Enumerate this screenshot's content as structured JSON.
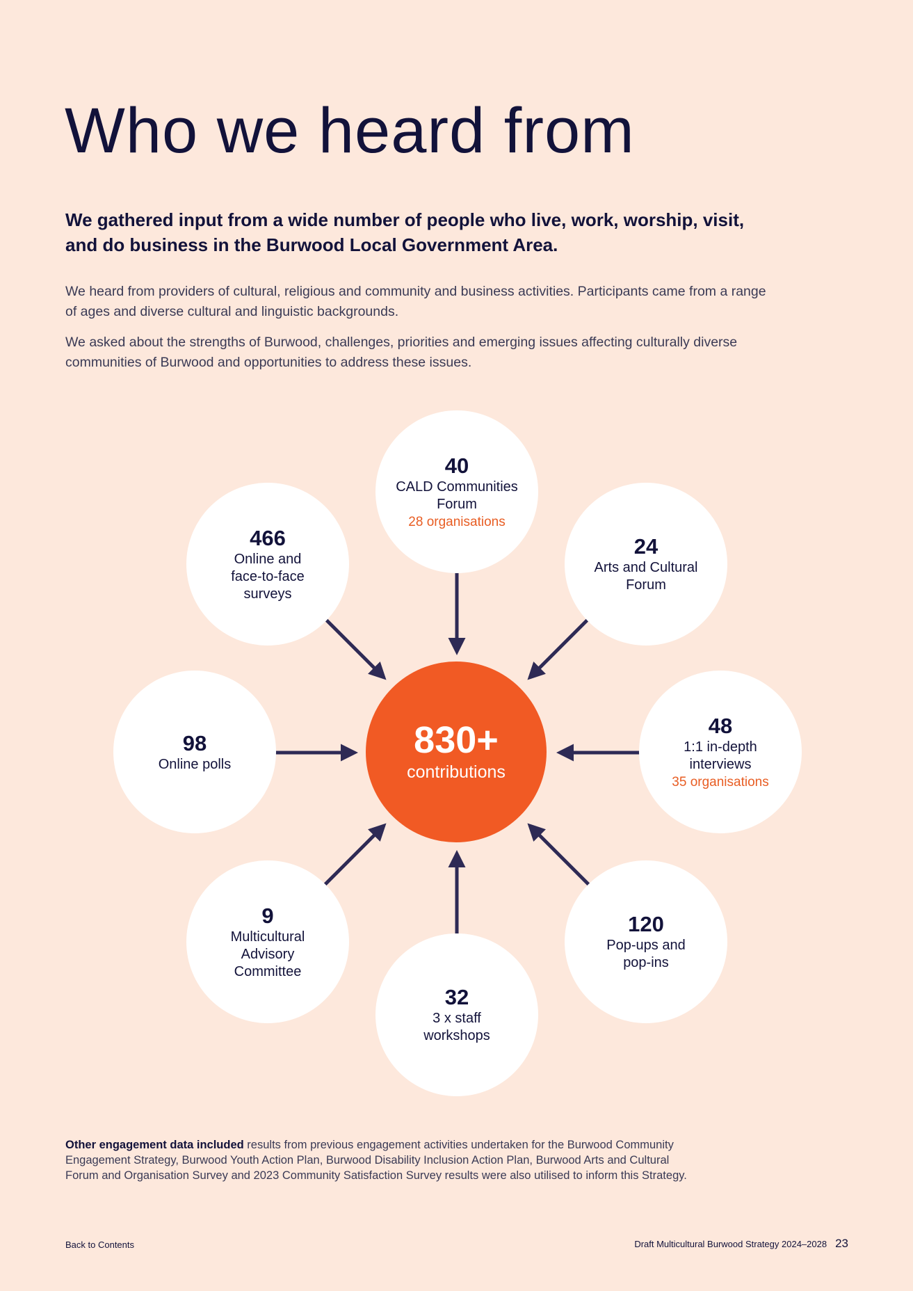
{
  "title": "Who we heard from",
  "lead": "We gathered input from a wide number of people who live, work, worship, visit, and do business in the Burwood Local Government Area.",
  "paragraphs": [
    "We heard from providers of cultural, religious and community and business activities. Participants came from a range of ages and diverse cultural and linguistic backgrounds.",
    "We asked about the strengths of Burwood, challenges, priorities and emerging issues affecting culturally diverse communities of Burwood and opportunities to address these issues."
  ],
  "hub": {
    "value": "830+",
    "label": "contributions"
  },
  "nodes": [
    {
      "value": "40",
      "label": "CALD Communities Forum",
      "org": "28 organisations"
    },
    {
      "value": "24",
      "label": "Arts and Cultural Forum"
    },
    {
      "value": "48",
      "label": "1:1 in-depth interviews",
      "org": "35 organisations"
    },
    {
      "value": "120",
      "label": "Pop-ups and pop-ins"
    },
    {
      "value": "32",
      "label": "3 x staff workshops"
    },
    {
      "value": "9",
      "label": "Multicultural Advisory Committee"
    },
    {
      "value": "98",
      "label": "Online polls"
    },
    {
      "value": "466",
      "label": "Online and face-to-face surveys"
    }
  ],
  "note": {
    "bold": "Other engagement data included",
    "text": " results from previous engagement activities undertaken for the Burwood Community Engagement Strategy, Burwood Youth Action Plan, Burwood Disability Inclusion Action Plan, Burwood Arts and Cultural Forum and Organisation Survey and 2023 Community Satisfaction Survey results were also utilised to inform this Strategy."
  },
  "footer": {
    "back_link": "Back to Contents",
    "doc_title": "Draft Multicultural Burwood Strategy 2024–2028",
    "page_number": "23"
  },
  "colors": {
    "background": "#fde8dc",
    "navy": "#12123a",
    "orange": "#f15a24",
    "arrow": "#2e2a55"
  }
}
